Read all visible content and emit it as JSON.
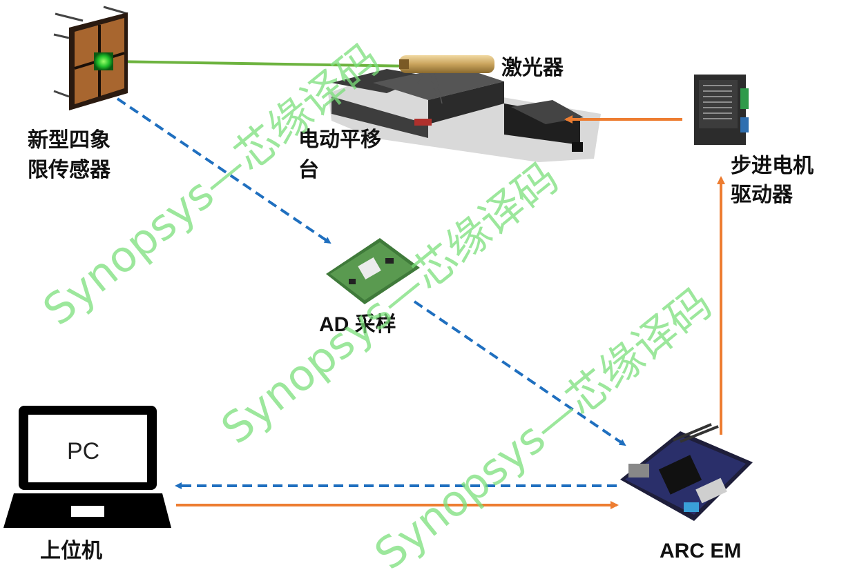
{
  "nodes": {
    "sensor": {
      "label_line1": "新型四象",
      "label_line2": "限传感器"
    },
    "stage": {
      "label_line1": "电动平移",
      "label_line2": "台"
    },
    "laser": {
      "label": "激光器"
    },
    "driver": {
      "label_line1": "步进电机",
      "label_line2": "驱动器"
    },
    "adc": {
      "label": "AD 采样"
    },
    "pc": {
      "screen_text": "PC",
      "label": "上位机"
    },
    "board": {
      "label": "ARC EM"
    }
  },
  "edges": [
    {
      "from": "sensor",
      "to": "adc",
      "style": "dashed",
      "color": "#1f6fbf"
    },
    {
      "from": "adc",
      "to": "board",
      "style": "dashed",
      "color": "#1f6fbf"
    },
    {
      "from": "board",
      "to": "pc",
      "style": "dashed",
      "color": "#1f6fbf"
    },
    {
      "from": "pc",
      "to": "board",
      "style": "solid",
      "color": "#ed7d31"
    },
    {
      "from": "board",
      "to": "driver",
      "style": "solid",
      "color": "#ed7d31"
    },
    {
      "from": "driver",
      "to": "stage",
      "style": "solid",
      "color": "#ed7d31"
    },
    {
      "from": "laser",
      "to": "sensor",
      "style": "beam",
      "color": "#6db33f"
    }
  ],
  "watermark": {
    "text": "Synopsys—芯缘译码"
  }
}
